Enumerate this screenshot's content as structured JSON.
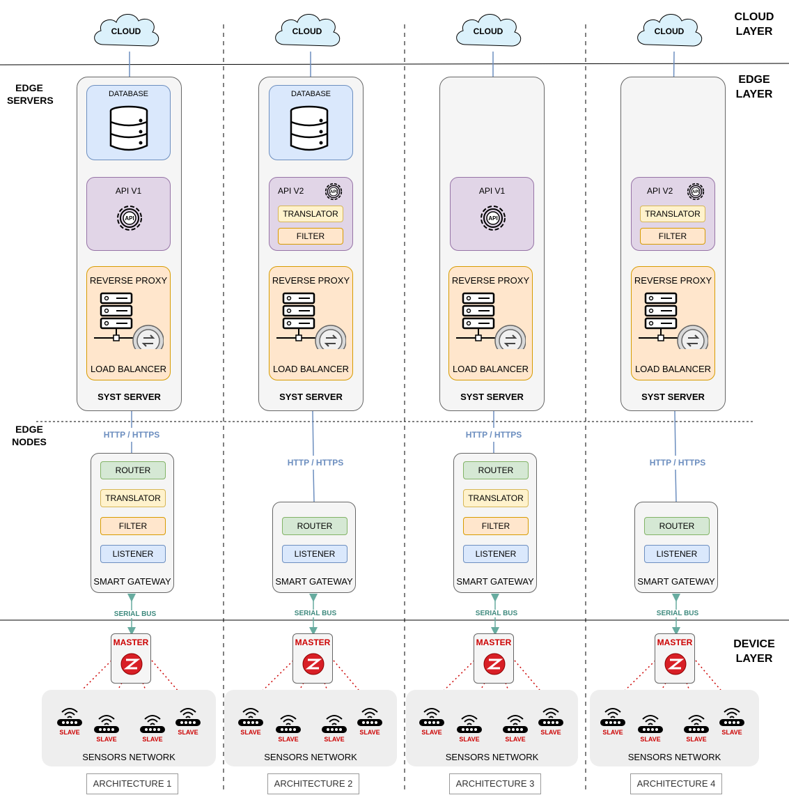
{
  "layers": {
    "cloud": [
      "CLOUD",
      "LAYER"
    ],
    "edge": [
      "EDGE",
      "LAYER"
    ],
    "device": [
      "DEVICE",
      "LAYER"
    ]
  },
  "sections": {
    "edge_servers": [
      "EDGE",
      "SERVERS"
    ],
    "edge_nodes": [
      "EDGE",
      "NODES"
    ]
  },
  "labels": {
    "cloud": "CLOUD",
    "database": "DATABASE",
    "api_badge": "API",
    "reverse_proxy": "REVERSE PROXY",
    "load_balancer": "LOAD BALANCER",
    "syst_server": "SYST SERVER",
    "router": "ROUTER",
    "translator": "TRANSLATOR",
    "filter": "FILTER",
    "listener": "LISTENER",
    "smart_gateway": "SMART GATEWAY",
    "protocol": "HTTP / HTTPS",
    "serial_bus": "SERIAL BUS",
    "master": "MASTER",
    "slave": "SLAVE",
    "sensors_network": "SENSORS NETWORK"
  },
  "architectures": [
    {
      "name": "ARCHITECTURE 1",
      "api": "API V1"
    },
    {
      "name": "ARCHITECTURE 2",
      "api": "API V2"
    },
    {
      "name": "ARCHITECTURE 3",
      "api": "API V1"
    },
    {
      "name": "ARCHITECTURE 4",
      "api": "API V2"
    }
  ],
  "colors": {
    "http_line": "#6c8ebf",
    "serial_arrow": "#67ab9f",
    "zigbee_link": "#cc0000"
  }
}
